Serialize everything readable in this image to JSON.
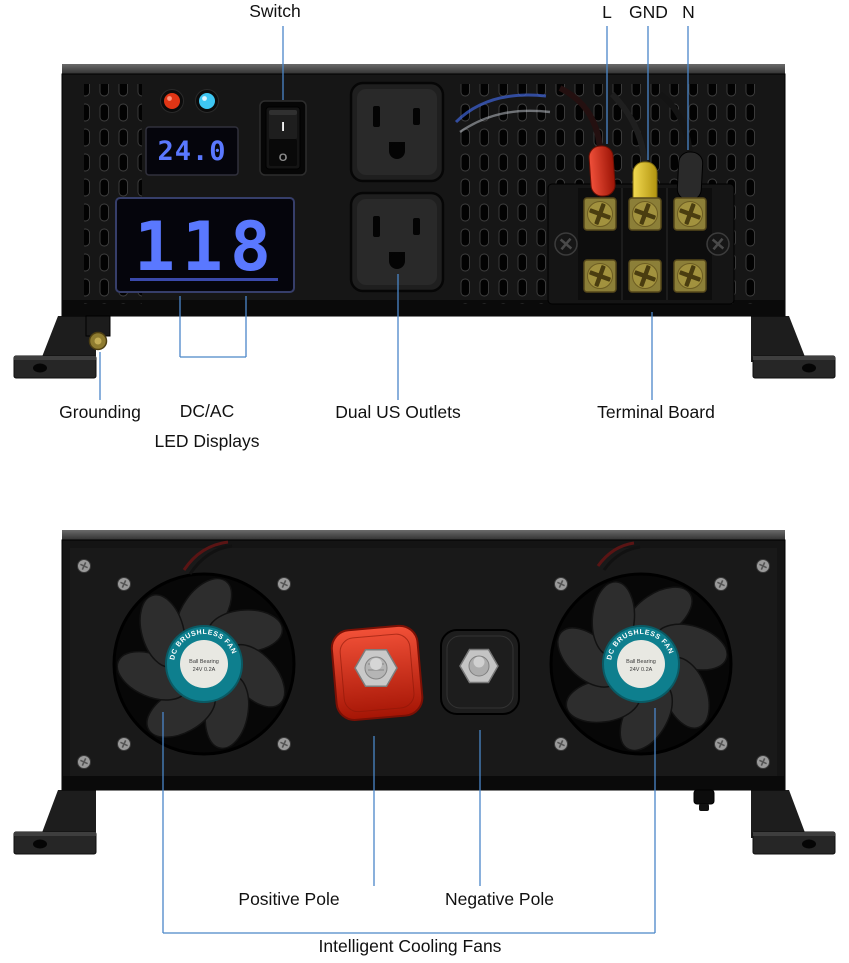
{
  "annotations": {
    "switch": "Switch",
    "terminal_l": "L",
    "terminal_gnd": "GND",
    "terminal_n": "N",
    "grounding": "Grounding",
    "led_displays_line1": "DC/AC",
    "led_displays_line2": "LED Displays",
    "dual_outlets": "Dual US Outlets",
    "terminal_board": "Terminal Board",
    "positive_pole": "Positive Pole",
    "negative_pole": "Negative Pole",
    "cooling_fans": "Intelligent Cooling Fans"
  },
  "front_panel": {
    "voltage_display": "24.0",
    "output_display": "118",
    "switch_on_mark": "I",
    "switch_off_mark": "O"
  },
  "rear_panel": {
    "fan_ring_text": "DC BRUSHLESS FAN",
    "fan_center_line1": "Ball Bearing",
    "fan_center_line2": "24V 0.2A"
  },
  "colors": {
    "callout_line": "#4a86c8",
    "label_text": "#111111",
    "led_digit_blue": "#5a78ff",
    "indicator_red": "#e03515",
    "indicator_blue": "#3ec6f2",
    "wire_boot_red": "#d92c18",
    "wire_boot_yellow": "#e3c832",
    "wire_boot_black": "#2a2a2a",
    "pole_red": "#d8301f",
    "pole_black": "#1d1d1d",
    "chassis_black": "#161616"
  }
}
